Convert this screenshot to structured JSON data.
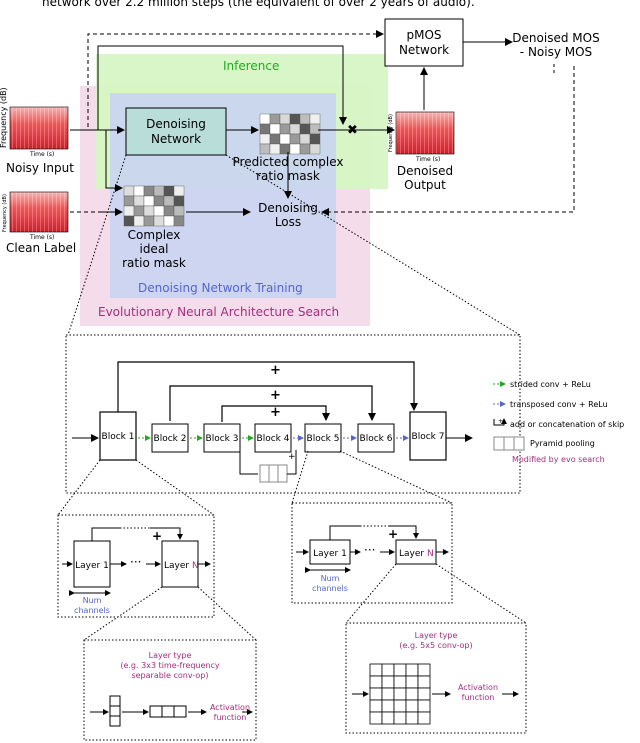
{
  "header": {
    "cut_text": "network over 2.2 million steps (the equivalent of over 2 years of audio)."
  },
  "pipeline": {
    "noisy_input": "Noisy Input",
    "clean_label": "Clean Label",
    "denoised_output": [
      "Denoised",
      "Output"
    ],
    "denoising_network": [
      "Denoising",
      "Network"
    ],
    "pmos_network": [
      "pMOS",
      "Network"
    ],
    "pmos_result": [
      "Denoised MOS",
      "- Noisy MOS"
    ],
    "predicted_mask": [
      "Predicted complex",
      "ratio mask"
    ],
    "denoising_loss": [
      "Denoising",
      "Loss"
    ],
    "ideal_mask": [
      "Complex",
      "ideal",
      "ratio mask"
    ],
    "multiply_symbol": "✖",
    "spectrogram_freq": "Frequency (dB)",
    "spectrogram_time": "Time (s)"
  },
  "regions": {
    "inference": "Inference",
    "training": "Denoising Network Training",
    "evo": "Evolutionary Neural Architecture Search"
  },
  "architecture": {
    "blocks": [
      "Block 1",
      "Block 2",
      "Block 3",
      "Block 4",
      "Block 5",
      "Block 6",
      "Block 7"
    ],
    "plus": "+",
    "legend": {
      "strided": "strided conv + ReLu",
      "transposed": "transposed conv + ReLu",
      "skip": "add or concatenation of skip",
      "pooling": "Pyramid pooling",
      "modified": "Modified by evo search"
    }
  },
  "layers_left": {
    "layer1": "Layer 1",
    "layerN": "Layer ",
    "n": "N",
    "dots": "···",
    "channels": [
      "Num",
      "channels"
    ]
  },
  "layers_right": {
    "layer1": "Layer 1",
    "layerN": "Layer ",
    "n": "N",
    "dots": "···",
    "channels": [
      "Num",
      "channels"
    ]
  },
  "op_left": {
    "type": [
      "Layer type",
      "(e.g. 3x3 time-frequency",
      "separable conv-op)"
    ],
    "activation": [
      "Activation",
      "function"
    ]
  },
  "op_right": {
    "type": [
      "Layer type",
      "(e.g. 5x5 conv-op)"
    ],
    "activation": [
      "Activation",
      "function"
    ]
  },
  "colors": {
    "inference_bg": "#d6f5c4",
    "training_bg": "#c9d4f0",
    "evo_bg": "#f4dcea",
    "network_fill": "#b9ddd9",
    "magenta": "#a0307e",
    "blue": "#5566cc",
    "green": "#22aa22"
  }
}
